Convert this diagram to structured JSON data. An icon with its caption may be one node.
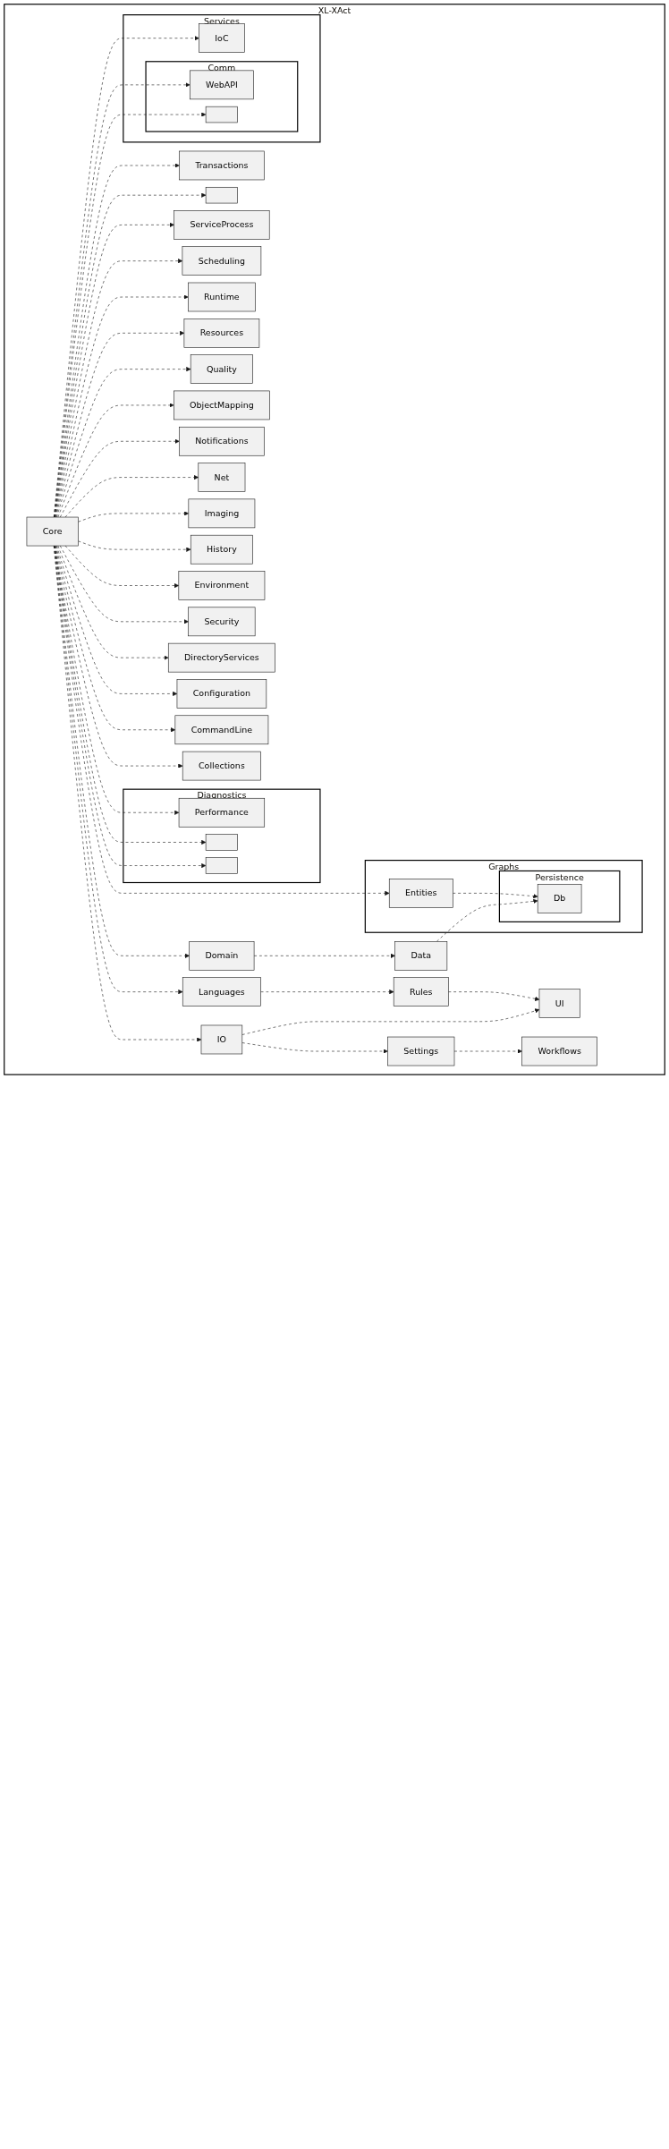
{
  "diagram": {
    "nodes": [
      {
        "text": [
          "XL-XAct"
        ]
      },
      {
        "text": [
          "Services"
        ],
        "in": 0
      },
      {
        "text": [
          "IoC"
        ],
        "in": 1
      },
      {
        "text": [
          "Comm"
        ],
        "in": 1
      },
      {
        "text": [
          "WebAPI"
        ],
        "in": 3
      },
      {
        "text": [],
        "shape": "box",
        "in": 3
      },
      {
        "text": [
          "Languages"
        ],
        "in": 0
      },
      {
        "text": [
          "Diagnostics"
        ],
        "in": 0
      },
      {
        "text": [
          "Performance"
        ],
        "in": 7
      },
      {
        "text": [],
        "shape": "box",
        "in": 7
      },
      {
        "text": [],
        "shape": "box",
        "in": 7
      },
      {
        "text": [
          "Transactions"
        ],
        "in": 0
      },
      {
        "text": [],
        "shape": "box",
        "in": 0
      },
      {
        "text": [
          "ServiceProcess"
        ],
        "in": 0
      },
      {
        "text": [
          "Scheduling"
        ],
        "in": 0
      },
      {
        "text": [
          "Runtime"
        ],
        "in": 0
      },
      {
        "text": [
          "Resources"
        ],
        "in": 0
      },
      {
        "text": [
          "Rules"
        ],
        "in": 0
      },
      {
        "text": [
          "UI"
        ],
        "in": 0
      },
      {
        "text": [
          "Core"
        ],
        "in": 0
      },
      {
        "text": [
          "Quality"
        ],
        "in": 0
      },
      {
        "text": [
          "ObjectMapping"
        ],
        "in": 0
      },
      {
        "text": [
          "Notifications"
        ],
        "in": 0
      },
      {
        "text": [
          "Net"
        ],
        "in": 0
      },
      {
        "text": [
          "IO"
        ],
        "in": 0
      },
      {
        "text": [
          "Settings"
        ],
        "in": 0
      },
      {
        "text": [
          "Workflows"
        ],
        "in": 0
      },
      {
        "text": [
          "Imaging"
        ],
        "in": 0
      },
      {
        "text": [
          "Graphs"
        ],
        "in": 0
      },
      {
        "text": [
          "Entities"
        ],
        "in": 28
      },
      {
        "text": [
          "Persistence"
        ],
        "in": 28
      },
      {
        "text": [
          "Db"
        ],
        "in": 30
      },
      {
        "text": [
          "History"
        ],
        "in": 0
      },
      {
        "text": [
          "Environment"
        ],
        "in": 0
      },
      {
        "text": [
          "Security"
        ],
        "in": 0
      },
      {
        "text": [
          "DirectoryServices"
        ],
        "in": 0
      },
      {
        "text": [
          "Domain"
        ],
        "in": 0
      },
      {
        "text": [
          "Data"
        ],
        "in": 0
      },
      {
        "text": [
          "Configuration"
        ],
        "in": 0
      },
      {
        "text": [
          "CommandLine"
        ],
        "in": 0
      },
      {
        "text": [
          "Collections"
        ],
        "in": 0
      }
    ],
    "edges": [
      {
        "from": 19,
        "to": 2,
        "arrow": "to",
        "style": "dashed"
      },
      {
        "from": 19,
        "to": 4,
        "arrow": "to",
        "style": "dashed"
      },
      {
        "from": 19,
        "to": 5,
        "arrow": "to",
        "style": "dashed"
      },
      {
        "from": 19,
        "to": 6,
        "arrow": "to",
        "style": "dashed"
      },
      {
        "from": 19,
        "to": 8,
        "arrow": "to",
        "style": "dashed"
      },
      {
        "from": 19,
        "to": 9,
        "arrow": "to",
        "style": "dashed"
      },
      {
        "from": 19,
        "to": 10,
        "arrow": "to",
        "style": "dashed"
      },
      {
        "from": 19,
        "to": 11,
        "arrow": "to",
        "style": "dashed"
      },
      {
        "from": 19,
        "to": 12,
        "arrow": "to",
        "style": "dashed"
      },
      {
        "from": 19,
        "to": 13,
        "arrow": "to",
        "style": "dashed"
      },
      {
        "from": 19,
        "to": 14,
        "arrow": "to",
        "style": "dashed"
      },
      {
        "from": 19,
        "to": 15,
        "arrow": "to",
        "style": "dashed"
      },
      {
        "from": 19,
        "to": 16,
        "arrow": "to",
        "style": "dashed"
      },
      {
        "from": 6,
        "to": 17,
        "arrow": "to",
        "style": "dashed"
      },
      {
        "from": 17,
        "to": 18,
        "arrow": "to",
        "style": "dashed"
      },
      {
        "from": 19,
        "to": 20,
        "arrow": "to",
        "style": "dashed"
      },
      {
        "from": 19,
        "to": 21,
        "arrow": "to",
        "style": "dashed"
      },
      {
        "from": 19,
        "to": 22,
        "arrow": "to",
        "style": "dashed"
      },
      {
        "from": 19,
        "to": 23,
        "arrow": "to",
        "style": "dashed"
      },
      {
        "from": 19,
        "to": 24,
        "arrow": "to",
        "style": "dashed"
      },
      {
        "from": 24,
        "to": 18,
        "arrow": "to",
        "style": "dashed"
      },
      {
        "from": 24,
        "to": 25,
        "arrow": "to",
        "style": "dashed"
      },
      {
        "from": 25,
        "to": 26,
        "arrow": "to",
        "style": "dashed"
      },
      {
        "from": 19,
        "to": 27,
        "arrow": "to",
        "style": "dashed"
      },
      {
        "from": 19,
        "to": 29,
        "arrow": "to",
        "style": "dashed"
      },
      {
        "from": 29,
        "to": 31,
        "arrow": "to",
        "style": "dashed"
      },
      {
        "from": 19,
        "to": 32,
        "arrow": "to",
        "style": "dashed"
      },
      {
        "from": 19,
        "to": 33,
        "arrow": "to",
        "style": "dashed"
      },
      {
        "from": 19,
        "to": 34,
        "arrow": "to",
        "style": "dashed"
      },
      {
        "from": 19,
        "to": 35,
        "arrow": "to",
        "style": "dashed"
      },
      {
        "from": 19,
        "to": 36,
        "arrow": "to",
        "style": "dashed"
      },
      {
        "from": 36,
        "to": 37,
        "arrow": "to",
        "style": "dashed"
      },
      {
        "from": 37,
        "to": 31,
        "arrow": "to",
        "style": "dashed"
      },
      {
        "from": 19,
        "to": 38,
        "arrow": "to",
        "style": "dashed"
      },
      {
        "from": 19,
        "to": 39,
        "arrow": "to",
        "style": "dashed"
      },
      {
        "from": 19,
        "to": 40,
        "arrow": "to",
        "style": "dashed"
      }
    ]
  }
}
